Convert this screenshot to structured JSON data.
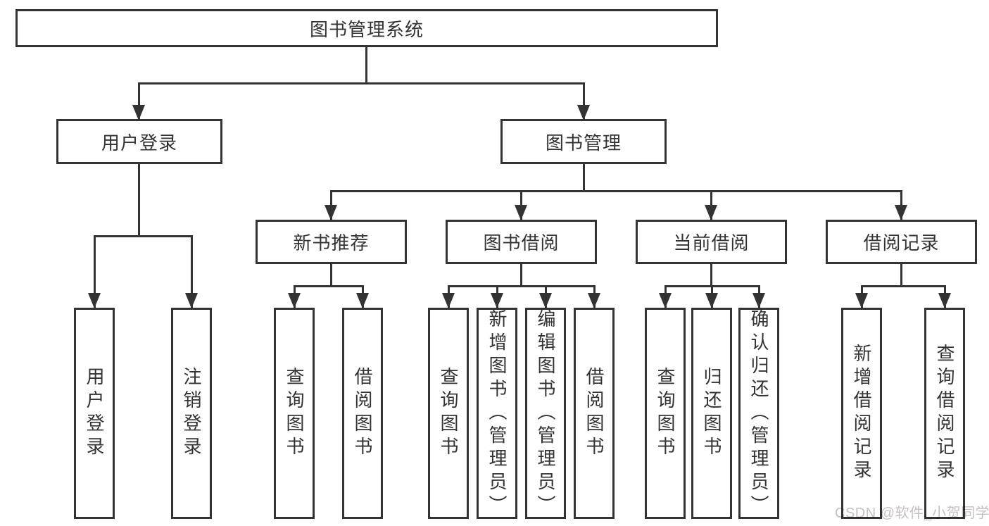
{
  "diagram": {
    "root": {
      "label": "图书管理系统"
    },
    "branches": [
      {
        "label": "用户登录",
        "children": [
          "用户登录",
          "注销登录"
        ]
      },
      {
        "label": "图书管理",
        "groups": [
          {
            "label": "新书推荐",
            "children": [
              "查询图书",
              "借阅图书"
            ]
          },
          {
            "label": "图书借阅",
            "children": [
              "查询图书",
              "新增图书（管理员）",
              "编辑图书（管理员）",
              "借阅图书"
            ]
          },
          {
            "label": "当前借阅",
            "children": [
              "查询图书",
              "归还图书",
              "确认归还（管理员）"
            ]
          },
          {
            "label": "借阅记录",
            "children": [
              "新增借阅记录",
              "查询借阅记录"
            ]
          }
        ]
      }
    ]
  },
  "watermark": {
    "text": "CSDN @软件_小贺同学"
  },
  "colors": {
    "line": "#333333",
    "box_border": "#333333",
    "text": "#333333",
    "background": "#ffffff",
    "watermark": "#c6c0c0"
  }
}
